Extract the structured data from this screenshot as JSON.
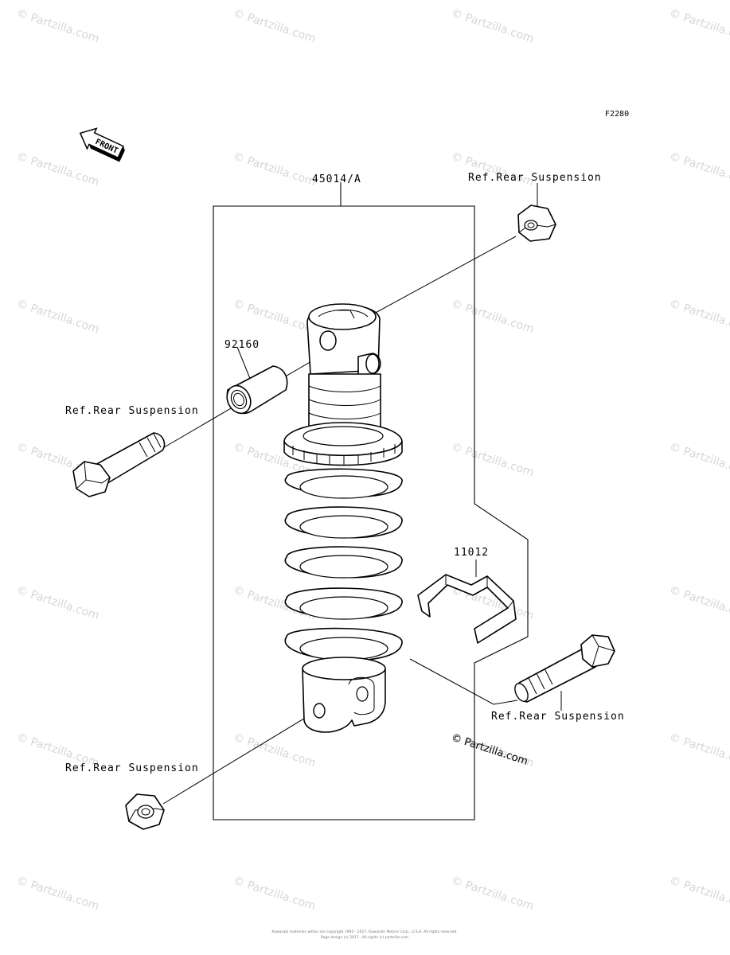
{
  "diagram_code": "F2280",
  "front_label": "FRONT",
  "labels": {
    "assembly": "45014/A",
    "ref_top_right": "Ref.Rear Suspension",
    "ref_left_mid": "Ref.Rear Suspension",
    "ref_bottom_left": "Ref.Rear Suspension",
    "ref_bottom_right": "Ref.Rear Suspension",
    "collar": "92160",
    "clamp": "11012"
  },
  "watermark_text": "© Partzilla.com",
  "copyright_text": "© Partzilla.com",
  "footer_lines": [
    "Kawasaki materials within are copyright 1995 - 2017, Kawasaki Motors Corp., U.S.A. All rights reserved.",
    "Page design (c) 2017 - All rights (c) partzilla.com"
  ]
}
